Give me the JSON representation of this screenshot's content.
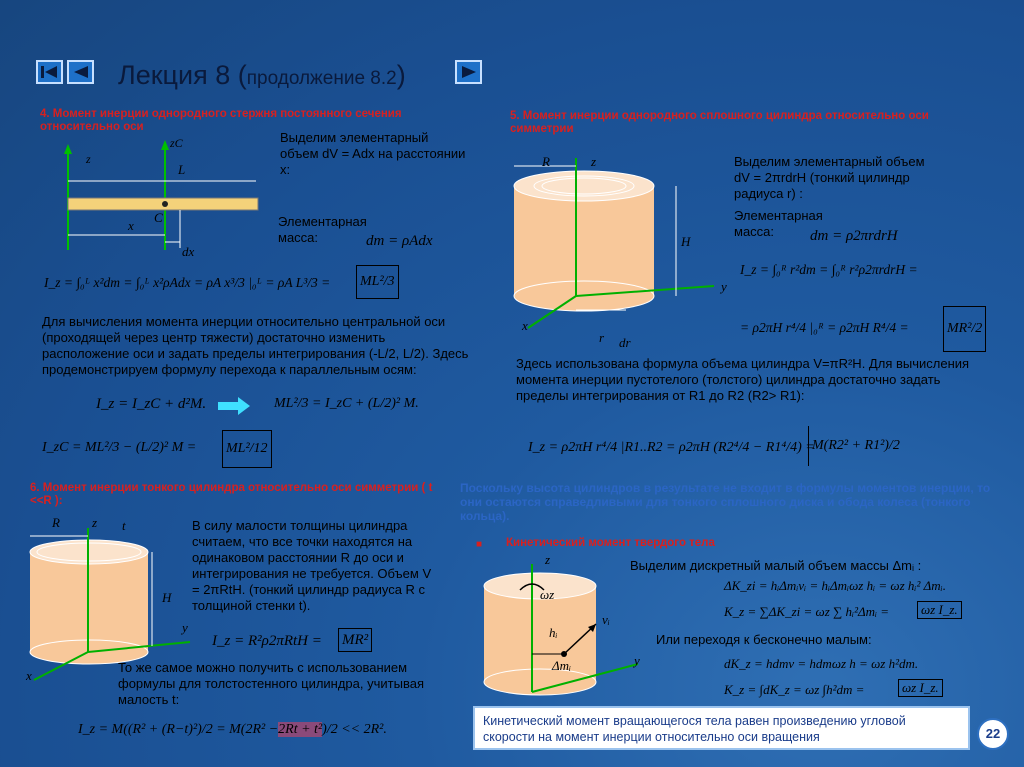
{
  "header": {
    "title_main": "Лекция 8 (",
    "title_sub": "продолжение 8.2",
    "title_close": ")",
    "nav_first_icon": "skip-to-first-icon",
    "nav_prev_icon": "prev-triangle-icon",
    "nav_next_icon": "next-triangle-icon"
  },
  "s4": {
    "heading": "4.      Момент инерции однородного стержня постоянного сечения относительно оси",
    "text1": "Выделим элементарный объем dV = Adx на расстоянии x:",
    "text2": "Элементарная масса:",
    "dm": "dm = ρAdx",
    "fig": {
      "z1": "z",
      "zc": "zC",
      "L": "L",
      "C": "C",
      "x": "x",
      "dx": "dx"
    },
    "integral": "I_z = ∫₀ᴸ x²dm = ∫₀ᴸ x²ρAdx = ρA x³/3 |₀ᴸ = ρA L³/3 =",
    "result": "ML²/3",
    "para": "Для вычисления момента инерции относительно центральной оси (проходящей через центр тяжести) достаточно изменить расположение оси и задать пределы интегрирования (-L/2, L/2). Здесь продемонстрируем формулу перехода к параллельным осям:",
    "steiner": "I_z = I_zC + d²M.",
    "steiner2": "ML²/3 = I_zC + (L/2)² M.",
    "izc": "I_zC = ML²/3 − (L/2)² M =",
    "izc_res": "ML²/12"
  },
  "s5": {
    "heading": "5.      Момент инерции однородного сплошного цилиндра относительно оси симметрии",
    "text1": "Выделим элементарный объем dV = 2πrdrH (тонкий цилиндр радиуса r) :",
    "text2": "Элементарная масса:",
    "dm": "dm = ρ2πrdrH",
    "fig": {
      "R": "R",
      "z": "z",
      "H": "H",
      "y": "y",
      "x": "x",
      "r": "r",
      "dr": "dr"
    },
    "integral": "I_z = ∫₀ᴿ r²dm = ∫₀ᴿ r²ρ2πrdrH =",
    "integral2": "= ρ2πH r⁴/4 |₀ᴿ = ρ2πH R⁴/4 =",
    "result": "MR²/2",
    "para": "Здесь использована формула объема цилиндра V=πR²H. Для вычисления момента инерции пустотелого (толстого) цилиндра достаточно задать пределы интегрирования от R1 до R2 (R2> R1):",
    "hollow": "I_z = ρ2πH r⁴/4 |R1..R2 = ρ2πH (R2⁴/4 − R1⁴/4) =",
    "hollow_res": "M(R2² + R1²)/2"
  },
  "s6": {
    "heading": "6.      Момент инерции тонкого цилиндра относительно оси симметрии ( t <<R ):",
    "fig": {
      "R": "R",
      "z": "z",
      "t": "t",
      "H": "H",
      "y": "y",
      "x": "x"
    },
    "text1": "В силу малости толщины цилиндра считаем, что все точки находятся на одинаковом расстоянии R до оси и интегрирования не требуется. Объем V = 2πRtH. (тонкий цилиндр радиуса R с толщиной стенки t).",
    "formula": "I_z = R²ρ2πRtH =",
    "result": "MR²",
    "text2": "То же самое можно получить с использованием формулы для толстостенного цилиндра, учитывая малость t:",
    "thick": "I_z = M((R² + (R−t)²)/2 = M(2R² −",
    "thick_hl": "2Rt + t²",
    "thick_end": ")/2 << 2R².",
    "note": "Поскольку высота цилиндров в результате не входит в формулы моментов инерции, то они остаются справедливыми для тонкого сплошного диска и обода колеса (тонкого кольца)."
  },
  "kin": {
    "heading": "Кинетический момент твердого тела",
    "bullet": "■",
    "text1": "Выделим дискретный малый объем массы Δmᵢ :",
    "f1": "ΔK_zi = hᵢΔmᵢvᵢ = hᵢΔmᵢωz hᵢ = ωz hᵢ² Δmᵢ.",
    "f2": "K_z = ∑ΔK_zi = ωz ∑ hᵢ²Δmᵢ =",
    "f2_res": "ωz I_z.",
    "text2": "Или переходя к бесконечно малым:",
    "f3": "dK_z = hdmv = hdmωz h = ωz h²dm.",
    "f4": "K_z = ∫dK_z = ωz ∫h²dm =",
    "f4_res": "ωz I_z.",
    "fig": {
      "z": "z",
      "omega": "ωz",
      "v": "vᵢ",
      "h": "hᵢ",
      "dm": "Δmᵢ",
      "y": "y"
    }
  },
  "conclusion": "Кинетический момент вращающегося тела равен произведению угловой скорости на момент инерции относительно оси вращения",
  "page_number": "22",
  "colors": {
    "background": "#1f5aa0",
    "cylinder": "#f8c89a",
    "heading_red": "#d8201f",
    "note_blue": "#2b65c4"
  }
}
